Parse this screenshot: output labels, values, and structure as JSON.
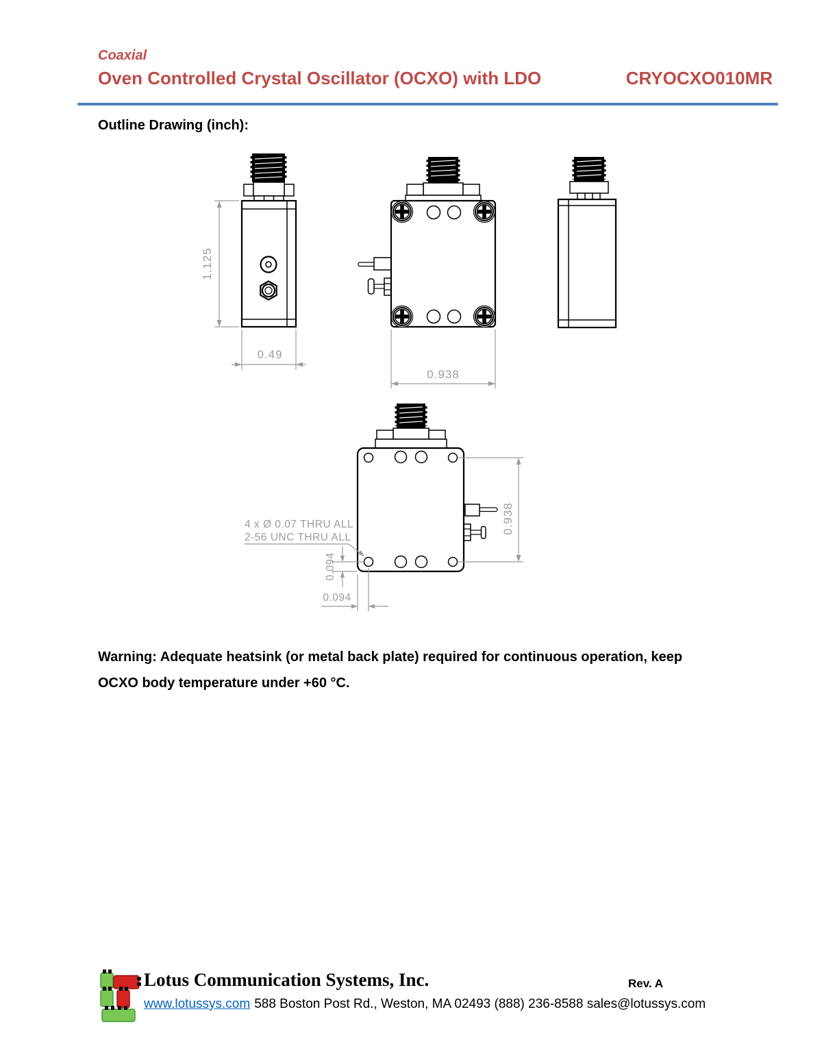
{
  "header": {
    "eyebrow": "Coaxial",
    "title": "Oven Controlled Crystal Oscillator (OCXO) with LDO",
    "part_number": "CRYOCXO010MR",
    "accent_color": "#BE4B48",
    "rule_color": "#4E81BD"
  },
  "section_heading": "Outline Drawing (inch):",
  "drawing": {
    "line_color": "#000000",
    "dim_color": "#9C9C9C",
    "dims": {
      "side_height": "1.125",
      "side_width": "0.49",
      "front_width": "0.938",
      "bottom_height": "0.938",
      "hole_offset_vertical": "0.094",
      "hole_offset_horizontal": "0.094"
    },
    "annotations": {
      "holes_note_line1": "4 x Ø 0.07 THRU ALL",
      "holes_note_line2": "2-56 UNC  THRU ALL"
    }
  },
  "warning": {
    "line1": "Warning: Adequate heatsink (or metal back plate) required for continuous operation, keep",
    "line2": "OCXO body temperature under +60 °C."
  },
  "footer": {
    "company": "Lotus Communication Systems, Inc.",
    "revision": "Rev. A",
    "website": "www.lotussys.com",
    "address": "588 Boston Post Rd., Weston, MA 02493 (888) 236-8588 sales@lotussys.com",
    "link_color": "#0563C1",
    "logo_colors": {
      "green": "#7CC655",
      "red": "#D42422",
      "stud": "#111111"
    }
  }
}
